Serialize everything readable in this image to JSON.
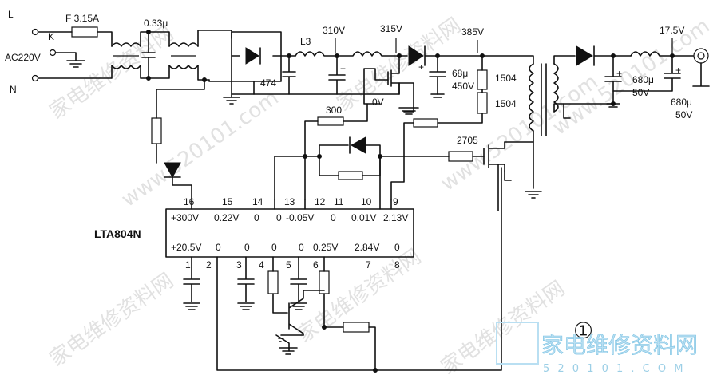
{
  "circuit": {
    "input": {
      "line": "L",
      "ground": "K",
      "neutral": "N",
      "supply": "AC220V"
    },
    "fuse": "F 3.15A",
    "filter_cap": "0.33μ",
    "bridge_cap": "474",
    "inductor": "L3",
    "voltages": {
      "bus": "310V",
      "pfc": "315V",
      "boost": "385V",
      "output": "17.5V",
      "zero": "0V"
    },
    "caps": {
      "bulk_value": "68μ",
      "bulk_rating": "450V",
      "out1_value": "680μ",
      "out1_rating": "50V",
      "out2_value": "680μ",
      "out2_rating": "50V"
    },
    "resistors": {
      "r300": "300",
      "r1504a": "1504",
      "r1504b": "1504",
      "r2705": "2705"
    },
    "ic": {
      "name": "LTA804N",
      "top_pins": [
        "16",
        "15",
        "14",
        "13",
        "12",
        "11",
        "10",
        "9"
      ],
      "top_volts": [
        "+300V",
        "0.22V",
        "0",
        "0",
        "-0.05V",
        "0",
        "0.01V",
        "2.13V"
      ],
      "bottom_pins": [
        "1",
        "2",
        "3",
        "4",
        "5",
        "6",
        "7",
        "8"
      ],
      "bottom_volts": [
        "+20.5V",
        "0",
        "0",
        "0",
        "0",
        "0.25V",
        "2.84V",
        "0"
      ]
    },
    "figure_number": "①"
  },
  "watermark": {
    "text": "家电维修资料网",
    "url": "www.520101.com",
    "brand_cn": "家电维修资料网",
    "brand_url": "5 2 0 1 0 1 . C O M"
  }
}
